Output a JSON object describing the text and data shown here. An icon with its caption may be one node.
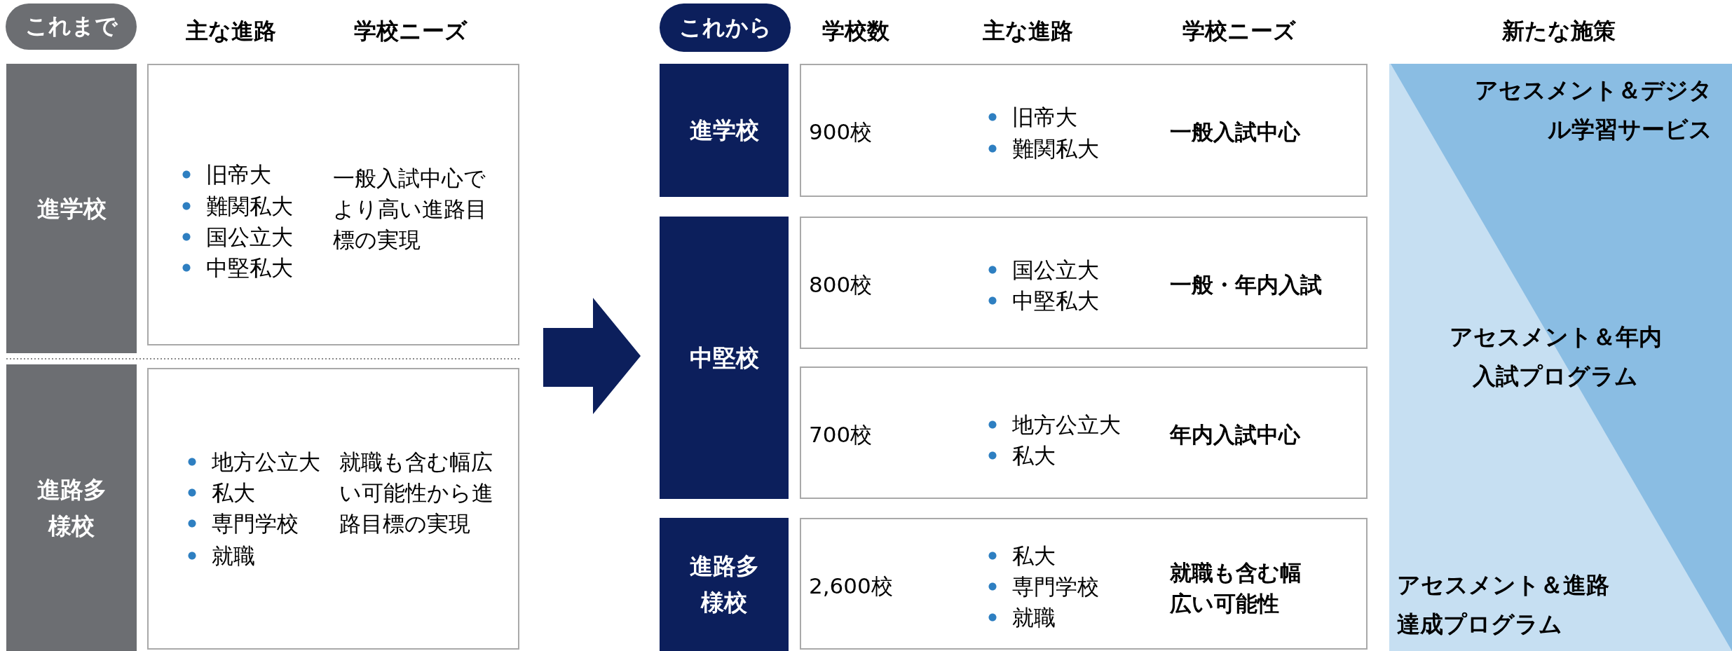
{
  "diagram": {
    "nodes": [
      {
        "text": [
          "これまで"
        ]
      },
      {
        "text": [
          "進学校"
        ]
      },
      {
        "text": [
          "旧帝大",
          "難関私大",
          "国公立大",
          "中堅私大",
          "一般入試中心でより高い進路目標の実現"
        ]
      },
      {
        "text": [
          "進路多様校"
        ]
      },
      {
        "text": [
          "地方公立大",
          "私大",
          "専門学校",
          "就職",
          "就職も含む幅広い可能性から進路目標の実現"
        ]
      },
      {
        "text": [
          "これから"
        ]
      },
      {
        "text": [
          "進学校"
        ]
      },
      {
        "text": [
          "900校",
          "旧帝大",
          "難関私大",
          "一般入試中心"
        ]
      },
      {
        "text": [
          "中堅校"
        ]
      },
      {
        "text": [
          "800校",
          "国公立大",
          "中堅私大",
          "一般・年内入試"
        ]
      },
      {
        "text": [
          "700校",
          "地方公立大",
          "私大",
          "年内入試中心"
        ]
      },
      {
        "text": [
          "進路多様校"
        ]
      },
      {
        "text": [
          "2,600校",
          "私大",
          "専門学校",
          "就職",
          "就職も含む幅広い可能性"
        ]
      },
      {
        "text": [
          "アセスメント＆デジタル学習サービス",
          "アセスメント＆年内入試プログラム",
          "アセスメント＆進路達成プログラム"
        ]
      }
    ],
    "edges": [
      {
        "from": null,
        "to": 8,
        "arrow": "to"
      }
    ],
    "labels": [
      "主な進路",
      "学校ニーズ",
      "学校数",
      "主な進路",
      "学校ニーズ",
      "新たな施策"
    ]
  }
}
